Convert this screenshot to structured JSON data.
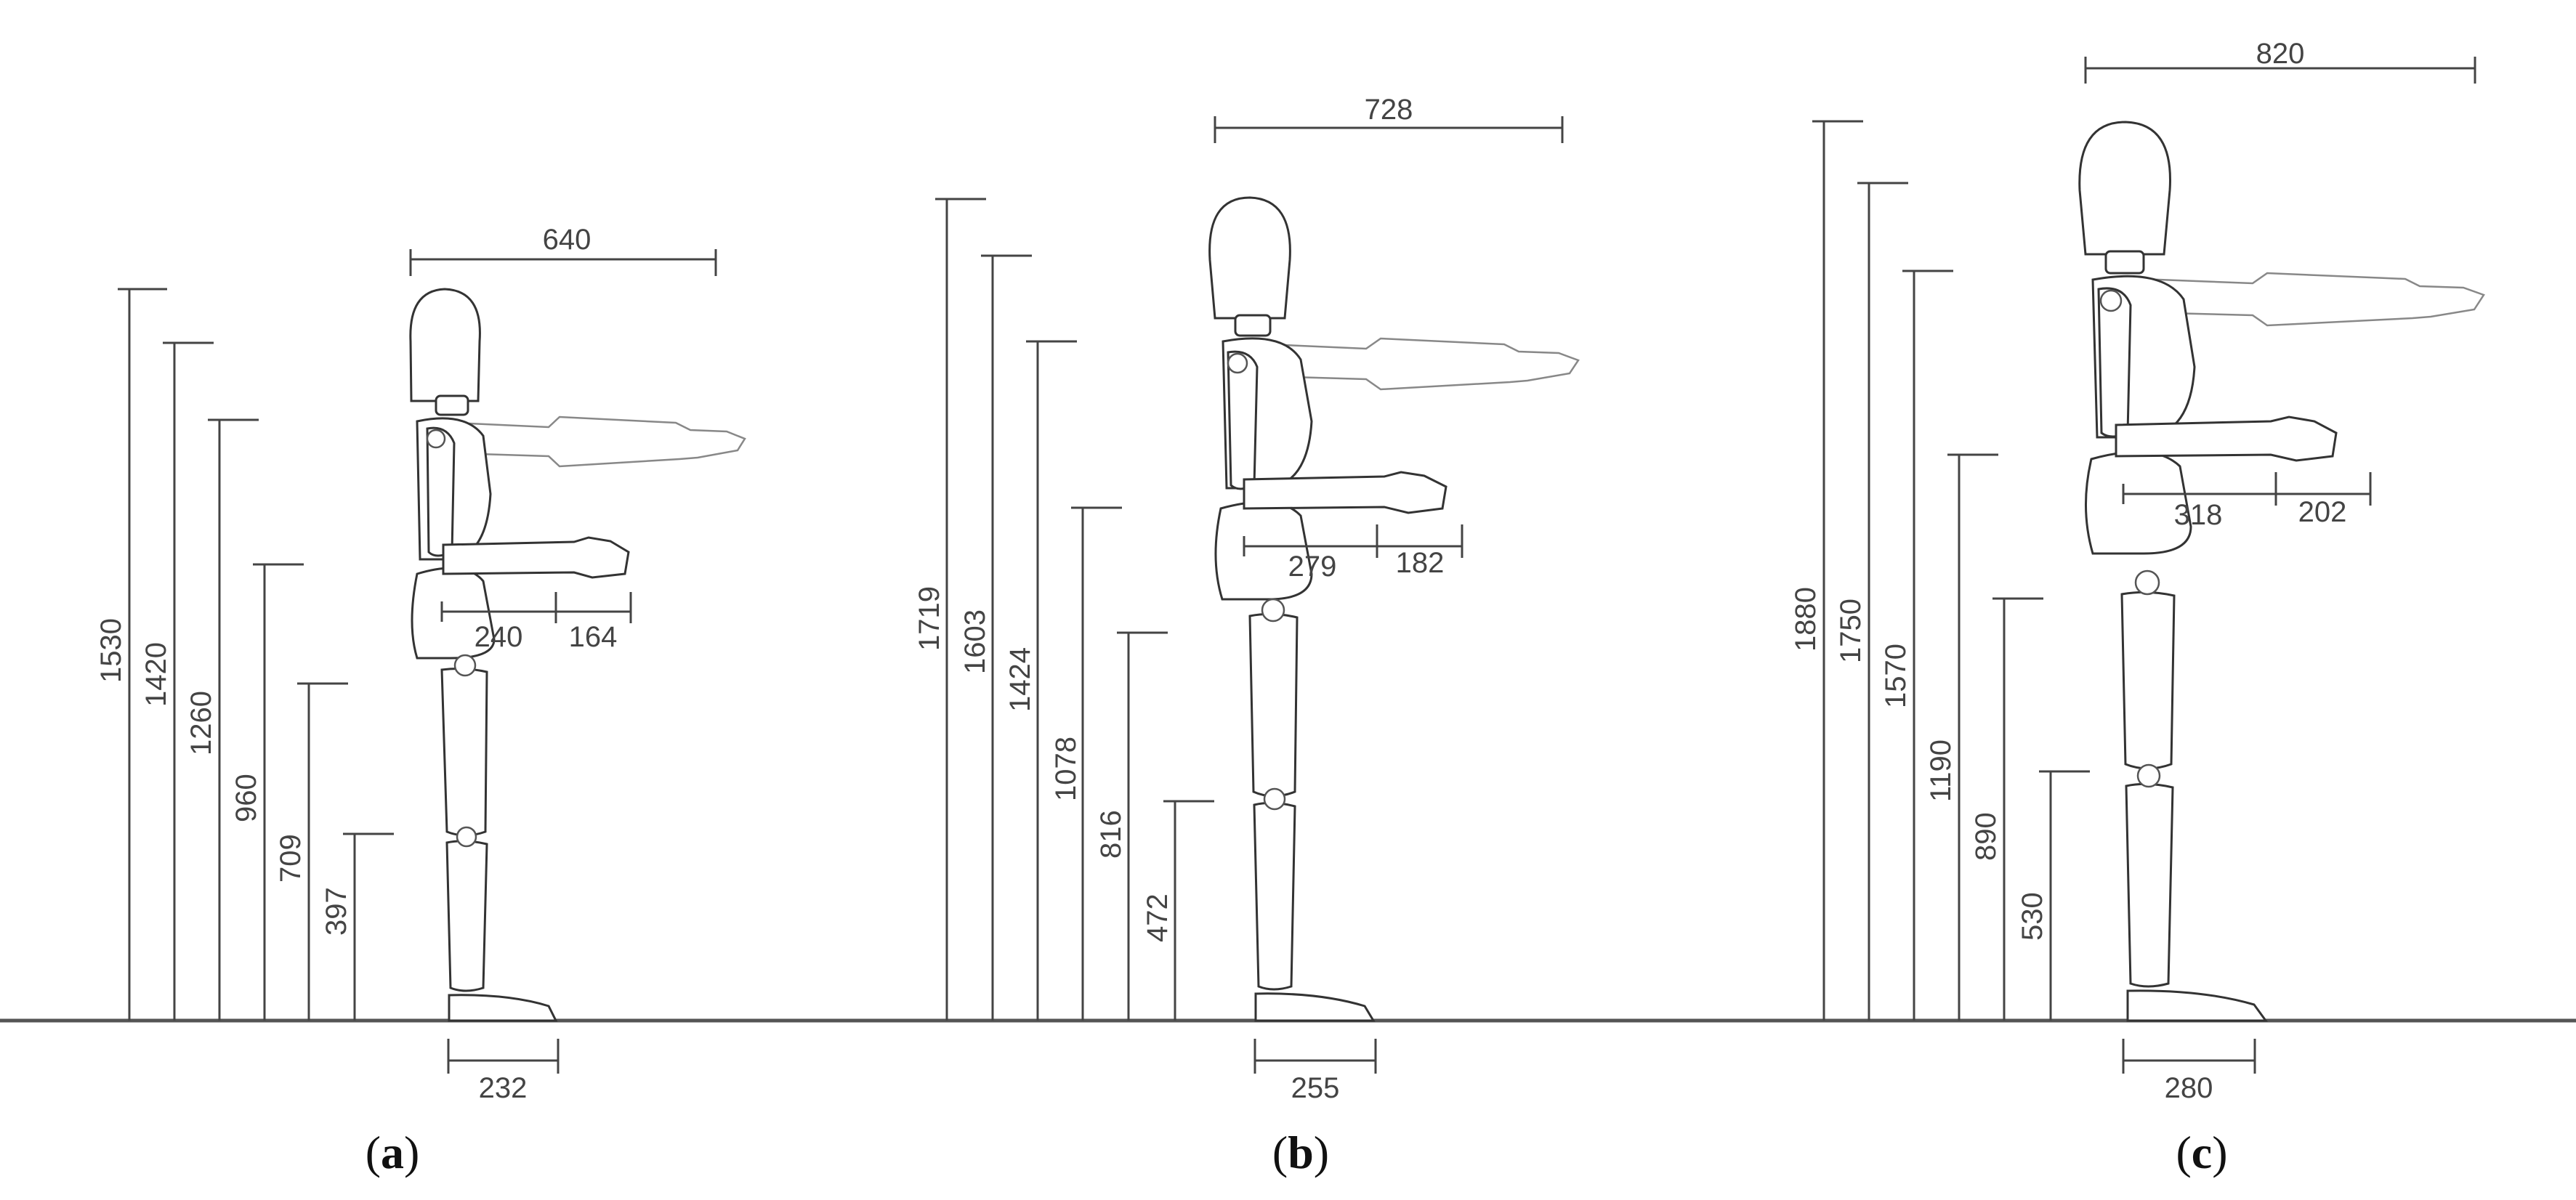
{
  "figures": [
    {
      "caption": {
        "open": "(",
        "letter": "a",
        "close": ")"
      },
      "heights": [
        "1530",
        "1420",
        "1260",
        "960",
        "709",
        "397"
      ],
      "reach": "640",
      "forearm": "240",
      "hand": "164",
      "foot": "232"
    },
    {
      "caption": {
        "open": "(",
        "letter": "b",
        "close": ")"
      },
      "heights": [
        "1719",
        "1603",
        "1424",
        "1078",
        "816",
        "472"
      ],
      "reach": "728",
      "forearm": "279",
      "hand": "182",
      "foot": "255"
    },
    {
      "caption": {
        "open": "(",
        "letter": "c",
        "close": ")"
      },
      "heights": [
        "1880",
        "1750",
        "1570",
        "1190",
        "890",
        "530"
      ],
      "reach": "820",
      "forearm": "318",
      "hand": "202",
      "foot": "280"
    }
  ]
}
